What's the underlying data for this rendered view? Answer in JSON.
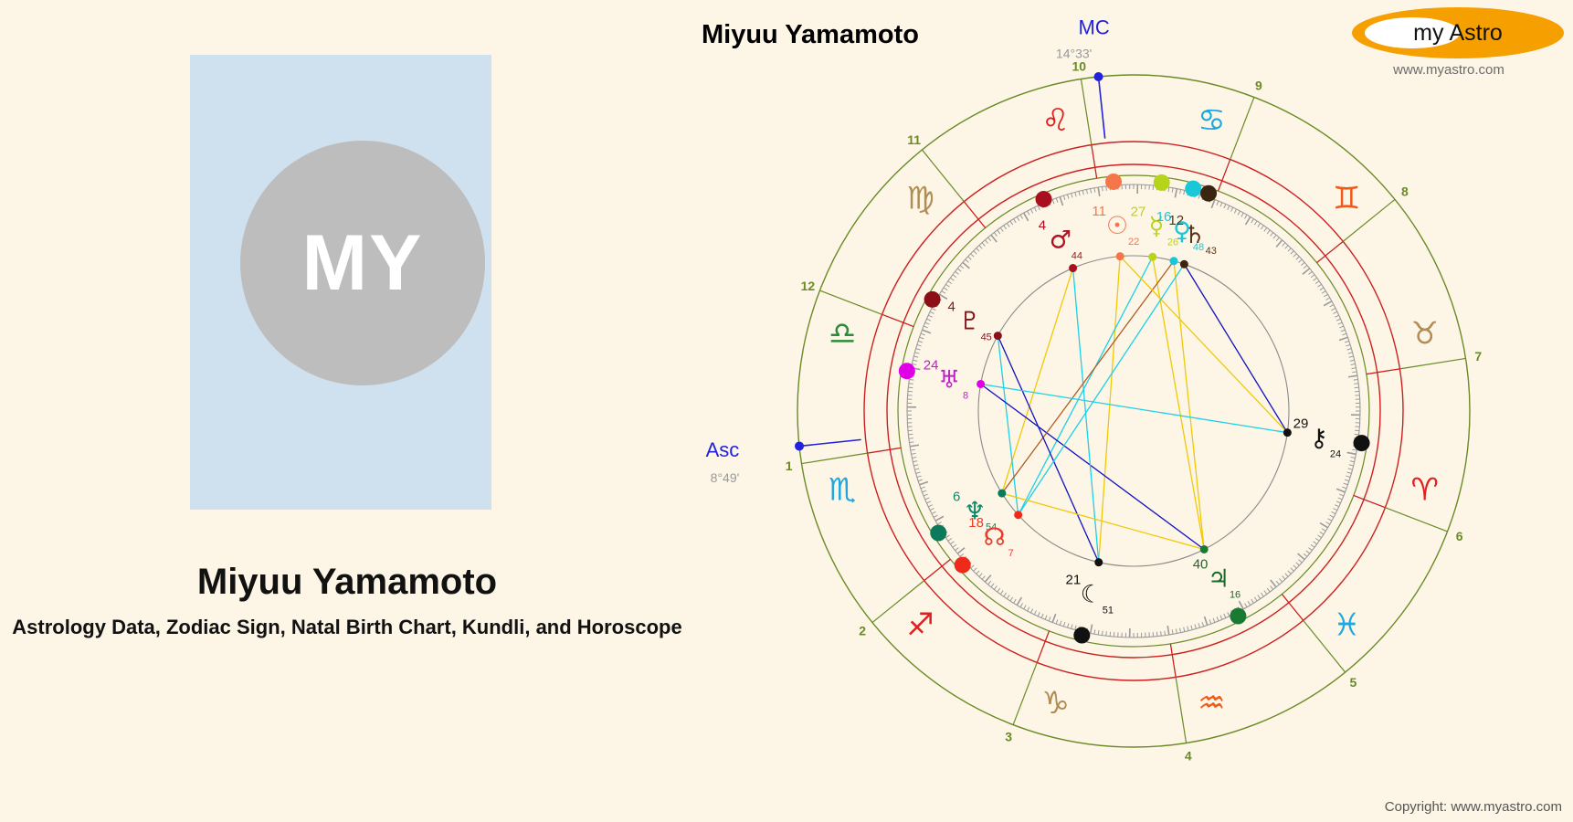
{
  "page": {
    "background": "#fdf6e6",
    "copyright": "Copyright: www.myastro.com"
  },
  "profile": {
    "initials": "MY",
    "name": "Miyuu Yamamoto",
    "subtitle": "Astrology Data, Zodiac Sign, Natal Birth Chart, Kundli, and Horoscope"
  },
  "logo": {
    "brand_my": "my",
    "brand_astro": "Astro",
    "url": "www.myastro.com",
    "color": "#f5a000"
  },
  "header": {
    "title": "Miyuu Yamamoto"
  },
  "chart_data": {
    "type": "natal-wheel",
    "title": "Miyuu Yamamoto",
    "axes": [
      {
        "name": "MC",
        "label": "MC",
        "degree": "14°33'",
        "angle_deg": 96,
        "color": "#2222dd"
      },
      {
        "name": "Asc",
        "label": "Asc",
        "degree": "8°49'",
        "angle_deg": 186,
        "color": "#2222dd"
      }
    ],
    "signs": [
      {
        "name": "Leo",
        "glyph": "♌",
        "color": "#e02020",
        "angle": 105
      },
      {
        "name": "Cancer",
        "glyph": "♋",
        "color": "#1fa8e0",
        "angle": 75
      },
      {
        "name": "Gemini",
        "glyph": "♊",
        "color": "#ef5a1a",
        "angle": 45
      },
      {
        "name": "Taurus",
        "glyph": "♉",
        "color": "#b08d57",
        "angle": 15
      },
      {
        "name": "Aries",
        "glyph": "♈",
        "color": "#e02020",
        "angle": 345
      },
      {
        "name": "Pisces",
        "glyph": "♓",
        "color": "#1fa8e0",
        "angle": 315
      },
      {
        "name": "Aquarius",
        "glyph": "♒",
        "color": "#ef5a1a",
        "angle": 285
      },
      {
        "name": "Capricorn",
        "glyph": "♑",
        "color": "#b08d57",
        "angle": 255
      },
      {
        "name": "Sagittarius",
        "glyph": "♐",
        "color": "#e02020",
        "angle": 225
      },
      {
        "name": "Scorpio",
        "glyph": "♏",
        "color": "#1fa8e0",
        "angle": 195
      },
      {
        "name": "Libra",
        "glyph": "♎",
        "color": "#2e8b3d",
        "angle": 165
      },
      {
        "name": "Virgo",
        "glyph": "♍",
        "color": "#b08d57",
        "angle": 135
      }
    ],
    "houses": [
      {
        "number": "1",
        "angle": 189
      },
      {
        "number": "2",
        "angle": 219
      },
      {
        "number": "3",
        "angle": 249
      },
      {
        "number": "4",
        "angle": 279
      },
      {
        "number": "5",
        "angle": 309
      },
      {
        "number": "6",
        "angle": 339
      },
      {
        "number": "7",
        "angle": 9
      },
      {
        "number": "8",
        "angle": 39
      },
      {
        "number": "9",
        "angle": 69
      },
      {
        "number": "10",
        "angle": 99
      },
      {
        "number": "11",
        "angle": 129
      },
      {
        "number": "12",
        "angle": 159
      }
    ],
    "planets": [
      {
        "name": "Mars",
        "glyph": "♂",
        "deg": "4",
        "min": "44",
        "color": "#b01020",
        "dot": "#a80f1f",
        "angle": 113
      },
      {
        "name": "Sun",
        "glyph": "☉",
        "deg": "11",
        "min": "22",
        "color": "#f4764a",
        "dot": "#f4764a",
        "angle": 95
      },
      {
        "name": "Mercury",
        "glyph": "☿",
        "deg": "27",
        "min": "26",
        "color": "#b6d41a",
        "dot": "#b6d41a",
        "angle": 83
      },
      {
        "name": "Venus",
        "glyph": "♀",
        "deg": "16",
        "min": "48",
        "color": "#18c8d8",
        "dot": "#18c8d8",
        "angle": 75
      },
      {
        "name": "Saturn",
        "glyph": "♄",
        "deg": "12",
        "min": "43",
        "color": "#5a3318",
        "dot": "#3b2410",
        "angle": 71
      },
      {
        "name": "Pluto",
        "glyph": "♇",
        "deg": "4",
        "min": "45",
        "color": "#8b0f17",
        "dot": "#8b0f17",
        "angle": 151
      },
      {
        "name": "Uranus",
        "glyph": "♅",
        "deg": "24",
        "min": "8",
        "color": "#c020c8",
        "dot": "#e000e8",
        "angle": 170
      },
      {
        "name": "Neptune",
        "glyph": "♆",
        "deg": "6",
        "min": "54",
        "color": "#0b8a6a",
        "dot": "#0b7a5a",
        "angle": 212
      },
      {
        "name": "NorthNode",
        "glyph": "☊",
        "deg": "18",
        "min": "7",
        "color": "#ef3a2a",
        "dot": "#ef2a1a",
        "angle": 222
      },
      {
        "name": "Moon",
        "glyph": "☾",
        "deg": "21",
        "min": "51",
        "color": "#111111",
        "dot": "#111111",
        "angle": 257
      },
      {
        "name": "Jupiter",
        "glyph": "♃",
        "deg": "40",
        "min": "16",
        "color": "#1a6a2a",
        "dot": "#1a7a32",
        "angle": 297
      },
      {
        "name": "Chiron",
        "glyph": "⚷",
        "deg": "29",
        "min": "24",
        "color": "#111111",
        "dot": "#111111",
        "angle": 352
      }
    ],
    "aspect_colors": {
      "trine": "#f0c808",
      "sextile": "#1cd0e8",
      "square": "#1010c0",
      "opposition": "#b05a20"
    }
  }
}
